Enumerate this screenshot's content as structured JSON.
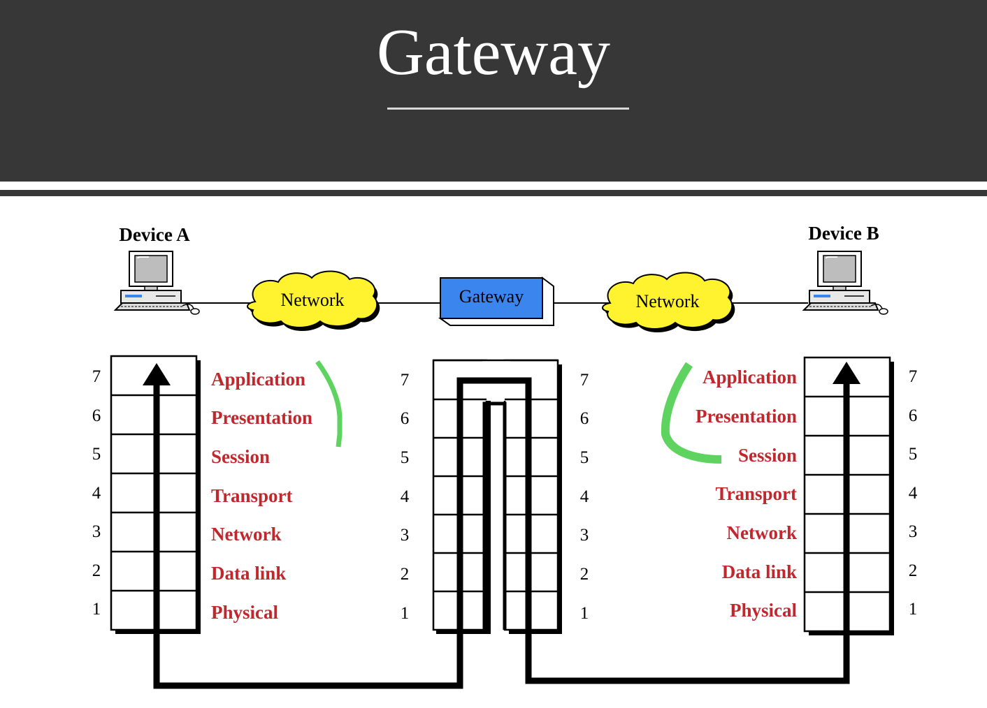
{
  "slide": {
    "title": "Gateway"
  },
  "diagram": {
    "device_a": {
      "label": "Device A"
    },
    "device_b": {
      "label": "Device B"
    },
    "network_left": {
      "label": "Network"
    },
    "network_right": {
      "label": "Network"
    },
    "gateway_box": {
      "label": "Gateway"
    },
    "layers": [
      {
        "number": "7",
        "name": "Application"
      },
      {
        "number": "6",
        "name": "Presentation"
      },
      {
        "number": "5",
        "name": "Session"
      },
      {
        "number": "4",
        "name": "Transport"
      },
      {
        "number": "3",
        "name": "Network"
      },
      {
        "number": "2",
        "name": "Data link"
      },
      {
        "number": "1",
        "name": "Physical"
      }
    ],
    "colors": {
      "header_bg": "#373737",
      "layer_name_text": "#c0282e",
      "cloud_fill": "#fff22e",
      "gateway_fill": "#3a85ee",
      "highlight_mark": "#5fd35f"
    },
    "icons": [
      "computer-icon",
      "network-cloud-icon",
      "gateway-box-icon",
      "arrow-up-icon"
    ]
  }
}
